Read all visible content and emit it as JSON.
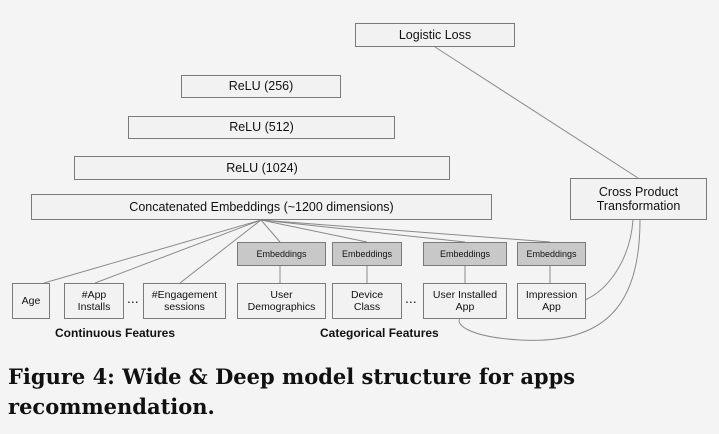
{
  "diagram": {
    "logistic_loss": "Logistic Loss",
    "relu_256": "ReLU (256)",
    "relu_512": "ReLU (512)",
    "relu_1024": "ReLU (1024)",
    "concat": "Concatenated Embeddings (~1200 dimensions)",
    "cross_product": "Cross Product\nTransformation",
    "embeddings_label": "Embeddings",
    "ellipsis": "...",
    "continuous_features": [
      "Age",
      "#App\nInstalls",
      "#Engagement\nsessions"
    ],
    "categorical_features": [
      "User\nDemographics",
      "Device\nClass",
      "User Installed\nApp",
      "Impression\nApp"
    ],
    "continuous_label": "Continuous Features",
    "categorical_label": "Categorical Features"
  },
  "caption": "Figure 4:  Wide & Deep model structure for apps\nrecommendation."
}
